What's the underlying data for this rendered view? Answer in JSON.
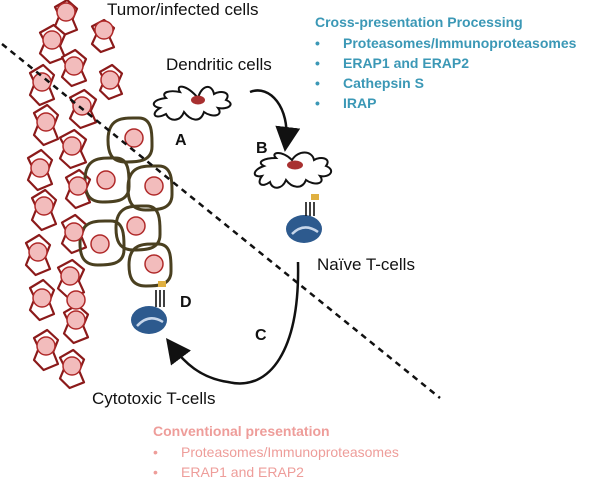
{
  "labels": {
    "tumor": "Tumor/infected cells",
    "dendritic": "Dendritic cells",
    "naive": "Naïve T-cells",
    "cytotoxic": "Cytotoxic T-cells",
    "step_a": "A",
    "step_b": "B",
    "step_c": "C",
    "step_d": "D"
  },
  "cross_presentation": {
    "heading": "Cross-presentation Processing",
    "bullet": "•",
    "items": [
      "Proteasomes/Immunoproteasomes",
      "ERAP1 and ERAP2",
      "Cathepsin S",
      "IRAP"
    ]
  },
  "conventional_presentation": {
    "heading": "Conventional presentation",
    "bullet": "•",
    "items": [
      "Proteasomes/Immunoproteasomes",
      "ERAP1 and ERAP2"
    ]
  },
  "colors": {
    "tumor_outline": "#8b1a1a",
    "nucleus_fill": "#f2bcbc",
    "nucleus_outline": "#b02a2a",
    "dc_nucleus": "#a83030",
    "infiltrate_outline": "#4a4020",
    "tcell_blue": "#2d5a8e",
    "tcell_light": "#6d93c4",
    "receptor_gold": "#e0b040",
    "cross_text": "#3b98b6",
    "conv_text": "#ee9d9a"
  }
}
